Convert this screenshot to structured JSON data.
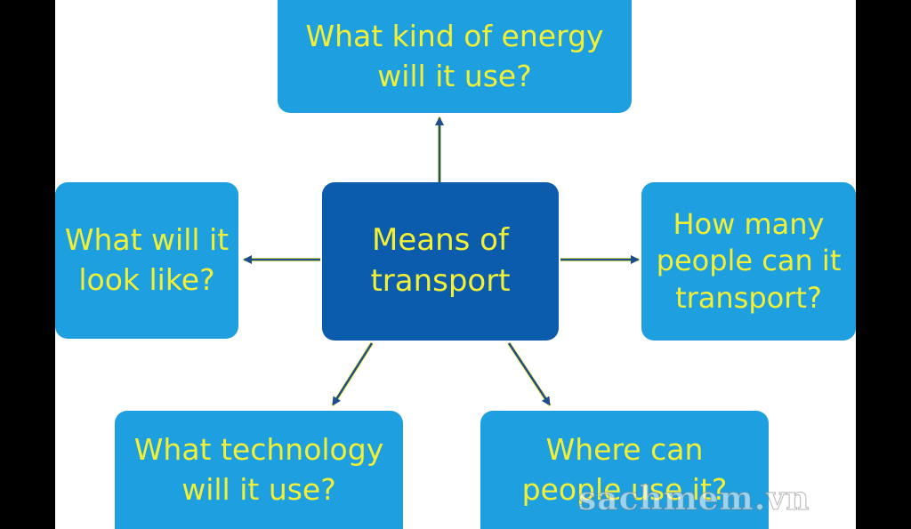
{
  "diagram": {
    "center": {
      "lines": [
        "Means of",
        "transport"
      ]
    },
    "top": {
      "lines": [
        "What kind of energy",
        "will it use?"
      ]
    },
    "left": {
      "lines": [
        "What will it",
        "look like?"
      ]
    },
    "right": {
      "lines": [
        "How many",
        "people can it",
        "transport?"
      ]
    },
    "bottom_left": {
      "lines": [
        "What technology",
        "will it use?"
      ]
    },
    "bottom_right": {
      "lines": [
        "Where can",
        "people use it?"
      ]
    }
  },
  "colors": {
    "outer_box": "#1e9fe0",
    "center_box": "#0b5cad",
    "text": "#f2f036",
    "arrow": "#1f4e8c"
  },
  "watermark": "sachmem.vn"
}
